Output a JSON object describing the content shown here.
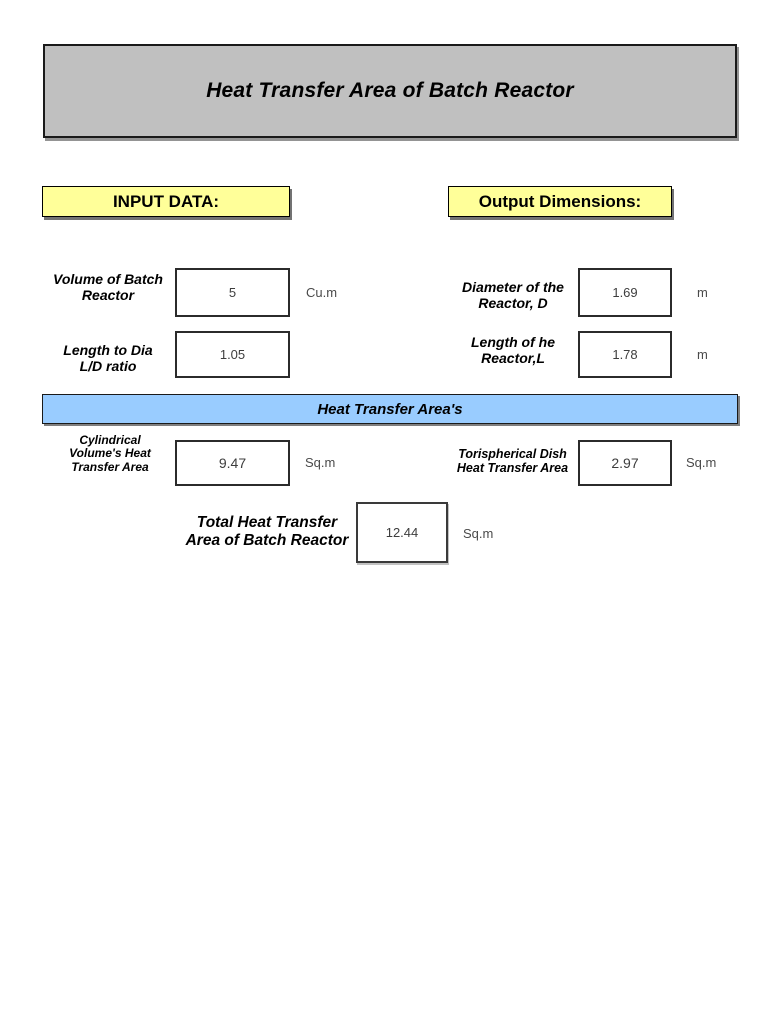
{
  "page_title": "Heat Transfer Area of Batch Reactor",
  "sections": {
    "input_header": "INPUT DATA:",
    "output_header": "Output Dimensions:",
    "areas_banner": "Heat Transfer Area's"
  },
  "fields": {
    "volume": {
      "label": "Volume of Batch\nReactor",
      "value": "5",
      "unit": "Cu.m"
    },
    "ld_ratio": {
      "label": "Length to Dia\nL/D ratio",
      "value": "1.05",
      "unit": ""
    },
    "diameter": {
      "label": "Diameter of the\nReactor, D",
      "value": "1.69",
      "unit": "m"
    },
    "length": {
      "label": "Length of he\nReactor,L",
      "value": "1.78",
      "unit": "m"
    },
    "cylindrical": {
      "label": "Cylindrical\nVolume's Heat\nTransfer Area",
      "value": "9.47",
      "unit": "Sq.m"
    },
    "torispherical": {
      "label": "Torispherical Dish\nHeat Transfer Area",
      "value": "2.97",
      "unit": "Sq.m"
    },
    "total": {
      "label": "Total Heat Transfer\nArea of Batch Reactor",
      "value": "12.44",
      "unit": "Sq.m"
    }
  },
  "colors": {
    "title_fill": "#c0c0c0",
    "section_fill": "#ffff99",
    "banner_fill": "#99ccff",
    "page_bg": "#ffffff",
    "border": "#1a1a1a"
  }
}
